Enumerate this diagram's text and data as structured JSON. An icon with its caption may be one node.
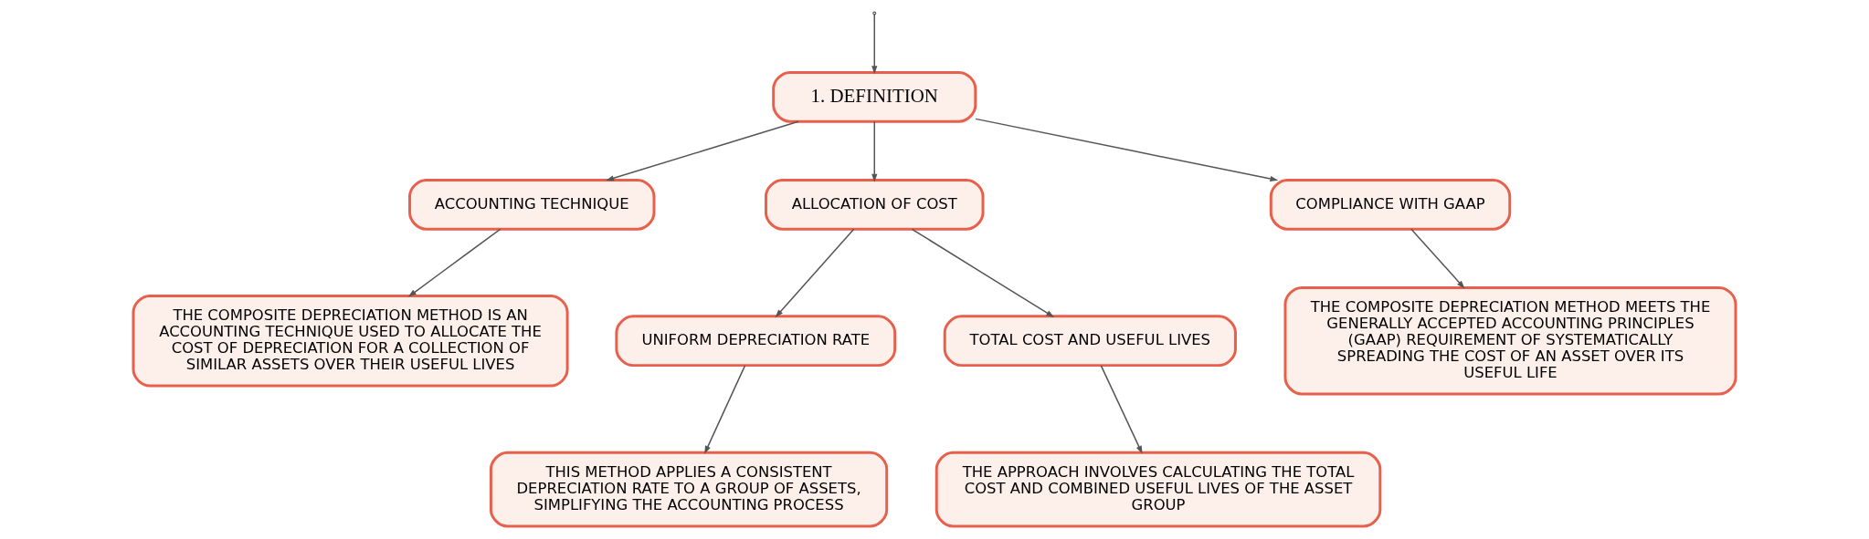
{
  "diagram": {
    "nodes": [
      {
        "text": [
          "1. DEFINITION"
        ]
      },
      {
        "text": [
          "ACCOUNTING TECHNIQUE"
        ]
      },
      {
        "text": [
          "ALLOCATION OF COST"
        ]
      },
      {
        "text": [
          "COMPLIANCE WITH GAAP"
        ]
      },
      {
        "text": [
          "THE COMPOSITE DEPRECIATION METHOD IS AN ACCOUNTING TECHNIQUE USED TO ALLOCATE THE COST OF DEPRECIATION FOR A COLLECTION OF SIMILAR ASSETS OVER THEIR USEFUL LIVES"
        ]
      },
      {
        "text": [
          "UNIFORM DEPRECIATION RATE"
        ]
      },
      {
        "text": [
          "TOTAL COST AND USEFUL LIVES"
        ]
      },
      {
        "text": [
          "THE COMPOSITE DEPRECIATION METHOD MEETS THE GENERALLY ACCEPTED ACCOUNTING PRINCIPLES (GAAP) REQUIREMENT OF SYSTEMATICALLY SPREADING THE COST OF AN ASSET OVER ITS USEFUL LIFE"
        ]
      },
      {
        "text": [
          "THIS METHOD APPLIES A CONSISTENT DEPRECIATION RATE TO A GROUP OF ASSETS, SIMPLIFYING THE ACCOUNTING PROCESS"
        ]
      },
      {
        "text": [
          "THE APPROACH INVOLVES CALCULATING THE TOTAL COST AND COMBINED USEFUL LIVES OF THE ASSET GROUP"
        ]
      }
    ],
    "edges": [
      {
        "from": null,
        "to": 0,
        "arrow": "to"
      },
      {
        "from": 0,
        "to": 1,
        "arrow": "to"
      },
      {
        "from": 0,
        "to": 2,
        "arrow": "to"
      },
      {
        "from": 0,
        "to": 3,
        "arrow": "to"
      },
      {
        "from": 1,
        "to": 4,
        "arrow": "to"
      },
      {
        "from": 2,
        "to": 5,
        "arrow": "to"
      },
      {
        "from": 2,
        "to": 6,
        "arrow": "to"
      },
      {
        "from": 3,
        "to": 7,
        "arrow": "to"
      },
      {
        "from": 5,
        "to": 8,
        "arrow": "to"
      },
      {
        "from": 6,
        "to": 9,
        "arrow": "to"
      }
    ]
  }
}
